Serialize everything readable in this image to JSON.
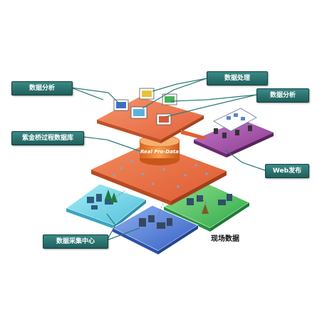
{
  "callouts": {
    "analysis_left": "数据分析",
    "processing": "数据处理",
    "analysis_right": "数据分析",
    "database": "紫金桥过程数据库",
    "web": "Web发布",
    "collection": "数据采集中心"
  },
  "field_data": "现场数据",
  "db_cylinder": "Real Pro-Data",
  "colors": {
    "callout_bg": "#2a7470",
    "top_layer": "#ef7a4e",
    "middle_layer": "#ee7444",
    "web_panel": "#a24fa6",
    "site_cyan": "#6fd3e6",
    "site_green": "#3cbf5a",
    "site_blue": "#3f6fd0",
    "leader_line": "#2e7a76"
  }
}
